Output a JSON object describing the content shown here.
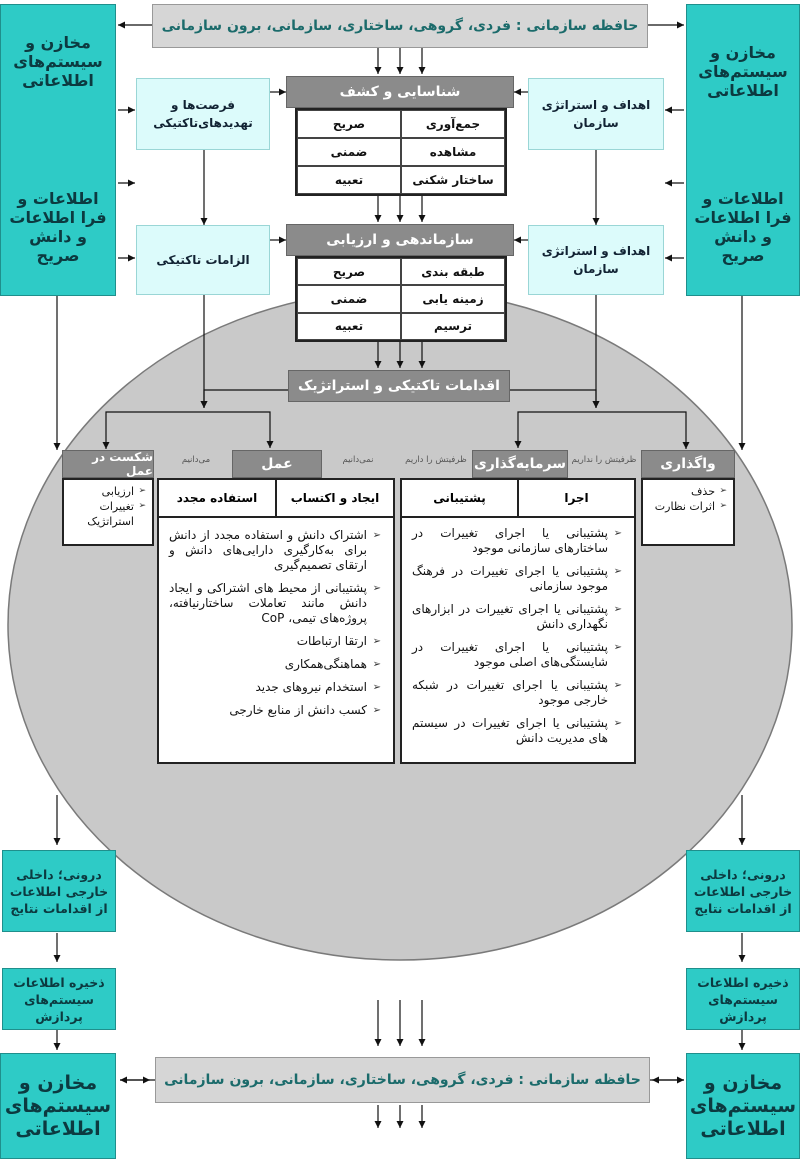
{
  "top_banner": "حافظه سازمانی : فردی، گروهی، ساختاری، سازمانی، برون سازمانی",
  "bottom_banner": "حافظه سازمانی : فردی، گروهی، ساختاری، سازمانی، برون سازمانی",
  "repo_title": "مخازن و سیستم‌های اطلاعاتی",
  "repo_info": "اطلاعات و فرا اطلاعات و دانش صریح",
  "opportunities": "فرصت‌ها و تهدیدهای‌تاکتیکی",
  "tactical_req": "الزامات تاکتیکی",
  "goals": "اهداف و استراتژی سازمان",
  "discovery": {
    "title": "شناسایی و کشف",
    "cells": [
      "جمع‌آوری",
      "صریح",
      "مشاهده",
      "ضمنی",
      "ساختار شکنی",
      "تعبیه"
    ]
  },
  "organize": {
    "title": "سازماندهی و ارزیابی",
    "cells": [
      "طبقه بندی",
      "صریح",
      "زمینه یابی",
      "ضمنی",
      "ترسیم",
      "تعبیه"
    ]
  },
  "actions_title": "اقدامات تاکتیکی و استراتژیک",
  "assignment": {
    "title": "واگذاری",
    "items": [
      "حذف",
      "اثرات نظارت"
    ]
  },
  "investment": {
    "title": "سرمایه‌گذاری",
    "label_left": "ظرفیتش را داریم",
    "label_right": "ظرفیتش را نداریم",
    "col_run": "اجرا",
    "col_support": "پشتیبانی",
    "items": [
      "پشتیبانی یا اجرای تغییرات در ساختارهای سازمانی موجود",
      "پشتیبانی یا اجرای تغییرات در فرهنگ موجود سازمانی",
      "پشتیبانی یا اجرای تغییرات در ابزارهای نگهداری دانش",
      "پشتیبانی یا اجرای تغییرات در شایستگی‌های اصلی موجود",
      "پشتیبانی یا اجرای تغییرات در شبکه خارجی موجود",
      "پشتیبانی یا اجرای تغییرات در سیستم های مدیریت دانش"
    ]
  },
  "action": {
    "title": "عمل",
    "label_left": "می‌دانیم",
    "label_right": "نمی‌دانیم",
    "col_acquire": "ایجاد و اکتساب",
    "col_reuse": "استفاده مجدد",
    "items": [
      "اشتراک دانش و استفاده مجدد از دانش برای به‌کارگیری دارایی‌های دانش و ارتقای تصمیم‌گیری",
      "پشتیبانی از محیط های اشتراکی و ایجاد دانش مانند تعاملات ساختارنیافته، پروژه‌های تیمی، CoP",
      "ارتقا ارتباطات",
      "هماهنگی‌همکاری",
      "استخدام نیروهای جدید",
      "کسب دانش از منابع خارجی"
    ]
  },
  "failure": {
    "title": "شکست در عمل",
    "items": [
      "ارزیابی",
      "تغییرات استراتژیک"
    ]
  },
  "internal_info": "درونی؛ داخلی خارجی اطلاعات از اقدامات نتایج",
  "storage": "ذخیره اطلاعات سیستم‌های پردازش"
}
